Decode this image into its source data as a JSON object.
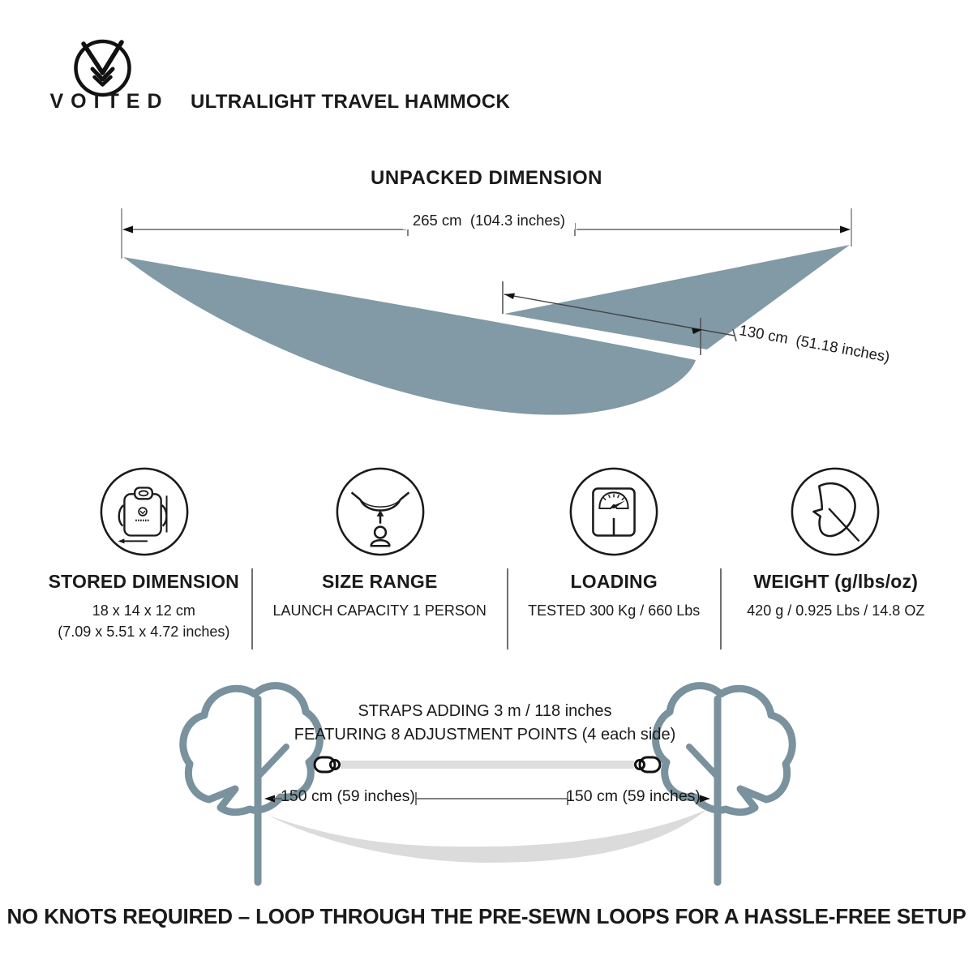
{
  "header": {
    "brand": "VOITED",
    "title": "ULTRALIGHT TRAVEL HAMMOCK"
  },
  "unpacked": {
    "heading": "UNPACKED DIMENSION",
    "length_label": "265 cm  (104.3 inches)",
    "width_label": "130 cm  (51.18 inches)",
    "hammock_color": "#8299A6"
  },
  "specs": {
    "columns": [
      {
        "icon": "stuff-sack-icon",
        "title": "STORED DIMENSION",
        "lines": [
          "18 x 14 x 12 cm",
          "(7.09 x 5.51 x 4.72 inches)"
        ]
      },
      {
        "icon": "hammock-person-icon",
        "title": "SIZE RANGE",
        "lines": [
          "LAUNCH CAPACITY 1 PERSON"
        ]
      },
      {
        "icon": "scale-icon",
        "title": "LOADING",
        "lines": [
          "TESTED 300 Kg / 660 Lbs"
        ]
      },
      {
        "icon": "feather-icon",
        "title": "WEIGHT (g/lbs/oz)",
        "lines": [
          "420 g / 0.925 Lbs / 14.8 OZ"
        ]
      }
    ]
  },
  "straps": {
    "line1": "STRAPS ADDING 3 m / 118 inches",
    "line2": "FEATURING 8 ADJUSTMENT POINTS (4 each side)",
    "left_dim": "150 cm (59 inches)",
    "right_dim": "150 cm (59 inches)",
    "tree_color": "#7A919E",
    "strap_color": "#DEDEDE"
  },
  "footer": {
    "note": "NO KNOTS REQUIRED – LOOP THROUGH THE PRE-SEWN LOOPS FOR A HASSLE-FREE SETUP"
  }
}
